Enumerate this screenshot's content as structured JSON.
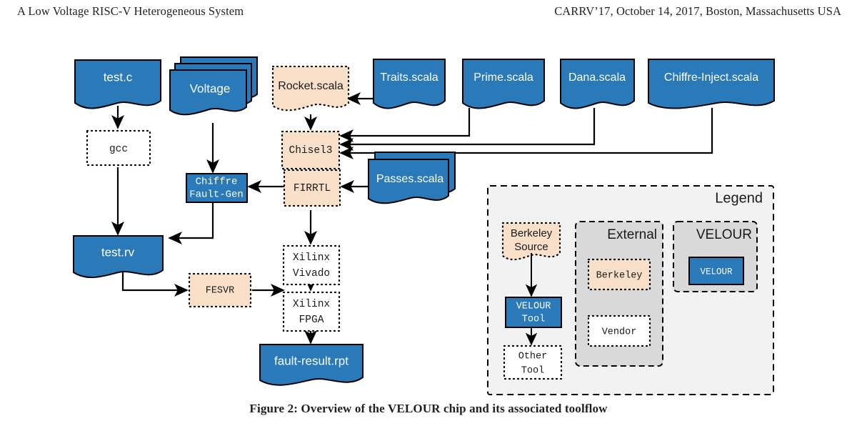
{
  "header": {
    "left": "A Low Voltage RISC-V Heterogeneous System",
    "right": "CARRV’17, October 14, 2017, Boston, Massachusetts USA"
  },
  "caption": "Figure 2: Overview of the VELOUR chip and its associated toolflow",
  "colors": {
    "velour_fill": "#2a7ab9",
    "berkeley_fill": "#fae0c8",
    "other_fill": "#ffffff",
    "stroke": "#000000",
    "legend_bg": "#f2f2f2",
    "external_bg": "#d9d9d9",
    "velour_group_bg": "#d9d9d9",
    "text_on_blue": "#ffffff",
    "text_dark": "#1a1a1a"
  },
  "nodes": {
    "test_c": {
      "label": "test.c",
      "kind": "velour-doc"
    },
    "voltage": {
      "label": "Voltage",
      "kind": "velour-doc-stack3"
    },
    "rocket_scala": {
      "label": "Rocket.scala",
      "kind": "berkeley-doc"
    },
    "traits_scala": {
      "label": "Traits.scala",
      "kind": "velour-doc"
    },
    "prime_scala": {
      "label": "Prime.scala",
      "kind": "velour-doc"
    },
    "dana_scala": {
      "label": "Dana.scala",
      "kind": "velour-doc"
    },
    "chiffre_inject": {
      "label": "Chiffre-Inject.scala",
      "kind": "velour-doc"
    },
    "passes_scala": {
      "label": "Passes.scala",
      "kind": "velour-doc-stack2"
    },
    "gcc": {
      "label": "gcc",
      "kind": "other-tool"
    },
    "chisel3": {
      "label": "Chisel3",
      "kind": "berkeley-tool"
    },
    "chiffre_fault_gen": {
      "label_line1": "Chiffre",
      "label_line2": "Fault-Gen",
      "kind": "velour-tool"
    },
    "firrtl": {
      "label": "FIRRTL",
      "kind": "berkeley-tool"
    },
    "test_rv": {
      "label": "test.rv",
      "kind": "velour-doc"
    },
    "xilinx_vivado": {
      "label_line1": "Xilinx",
      "label_line2": "Vivado",
      "kind": "other-tool"
    },
    "fesvr": {
      "label": "FESVR",
      "kind": "berkeley-tool"
    },
    "xilinx_fpga": {
      "label_line1": "Xilinx",
      "label_line2": "FPGA",
      "kind": "other-tool"
    },
    "fault_result": {
      "label": "fault-result.rpt",
      "kind": "velour-doc"
    }
  },
  "legend": {
    "title": "Legend",
    "flow": {
      "source": {
        "label_line1": "Berkeley",
        "label_line2": "Source"
      },
      "velour_tool": {
        "label_line1": "VELOUR",
        "label_line2": "Tool"
      },
      "other_tool": {
        "label_line1": "Other",
        "label_line2": "Tool"
      }
    },
    "external": {
      "title": "External",
      "items": [
        "Berkeley",
        "Vendor"
      ]
    },
    "velour": {
      "title": "VELOUR",
      "items": [
        "VELOUR"
      ]
    }
  }
}
